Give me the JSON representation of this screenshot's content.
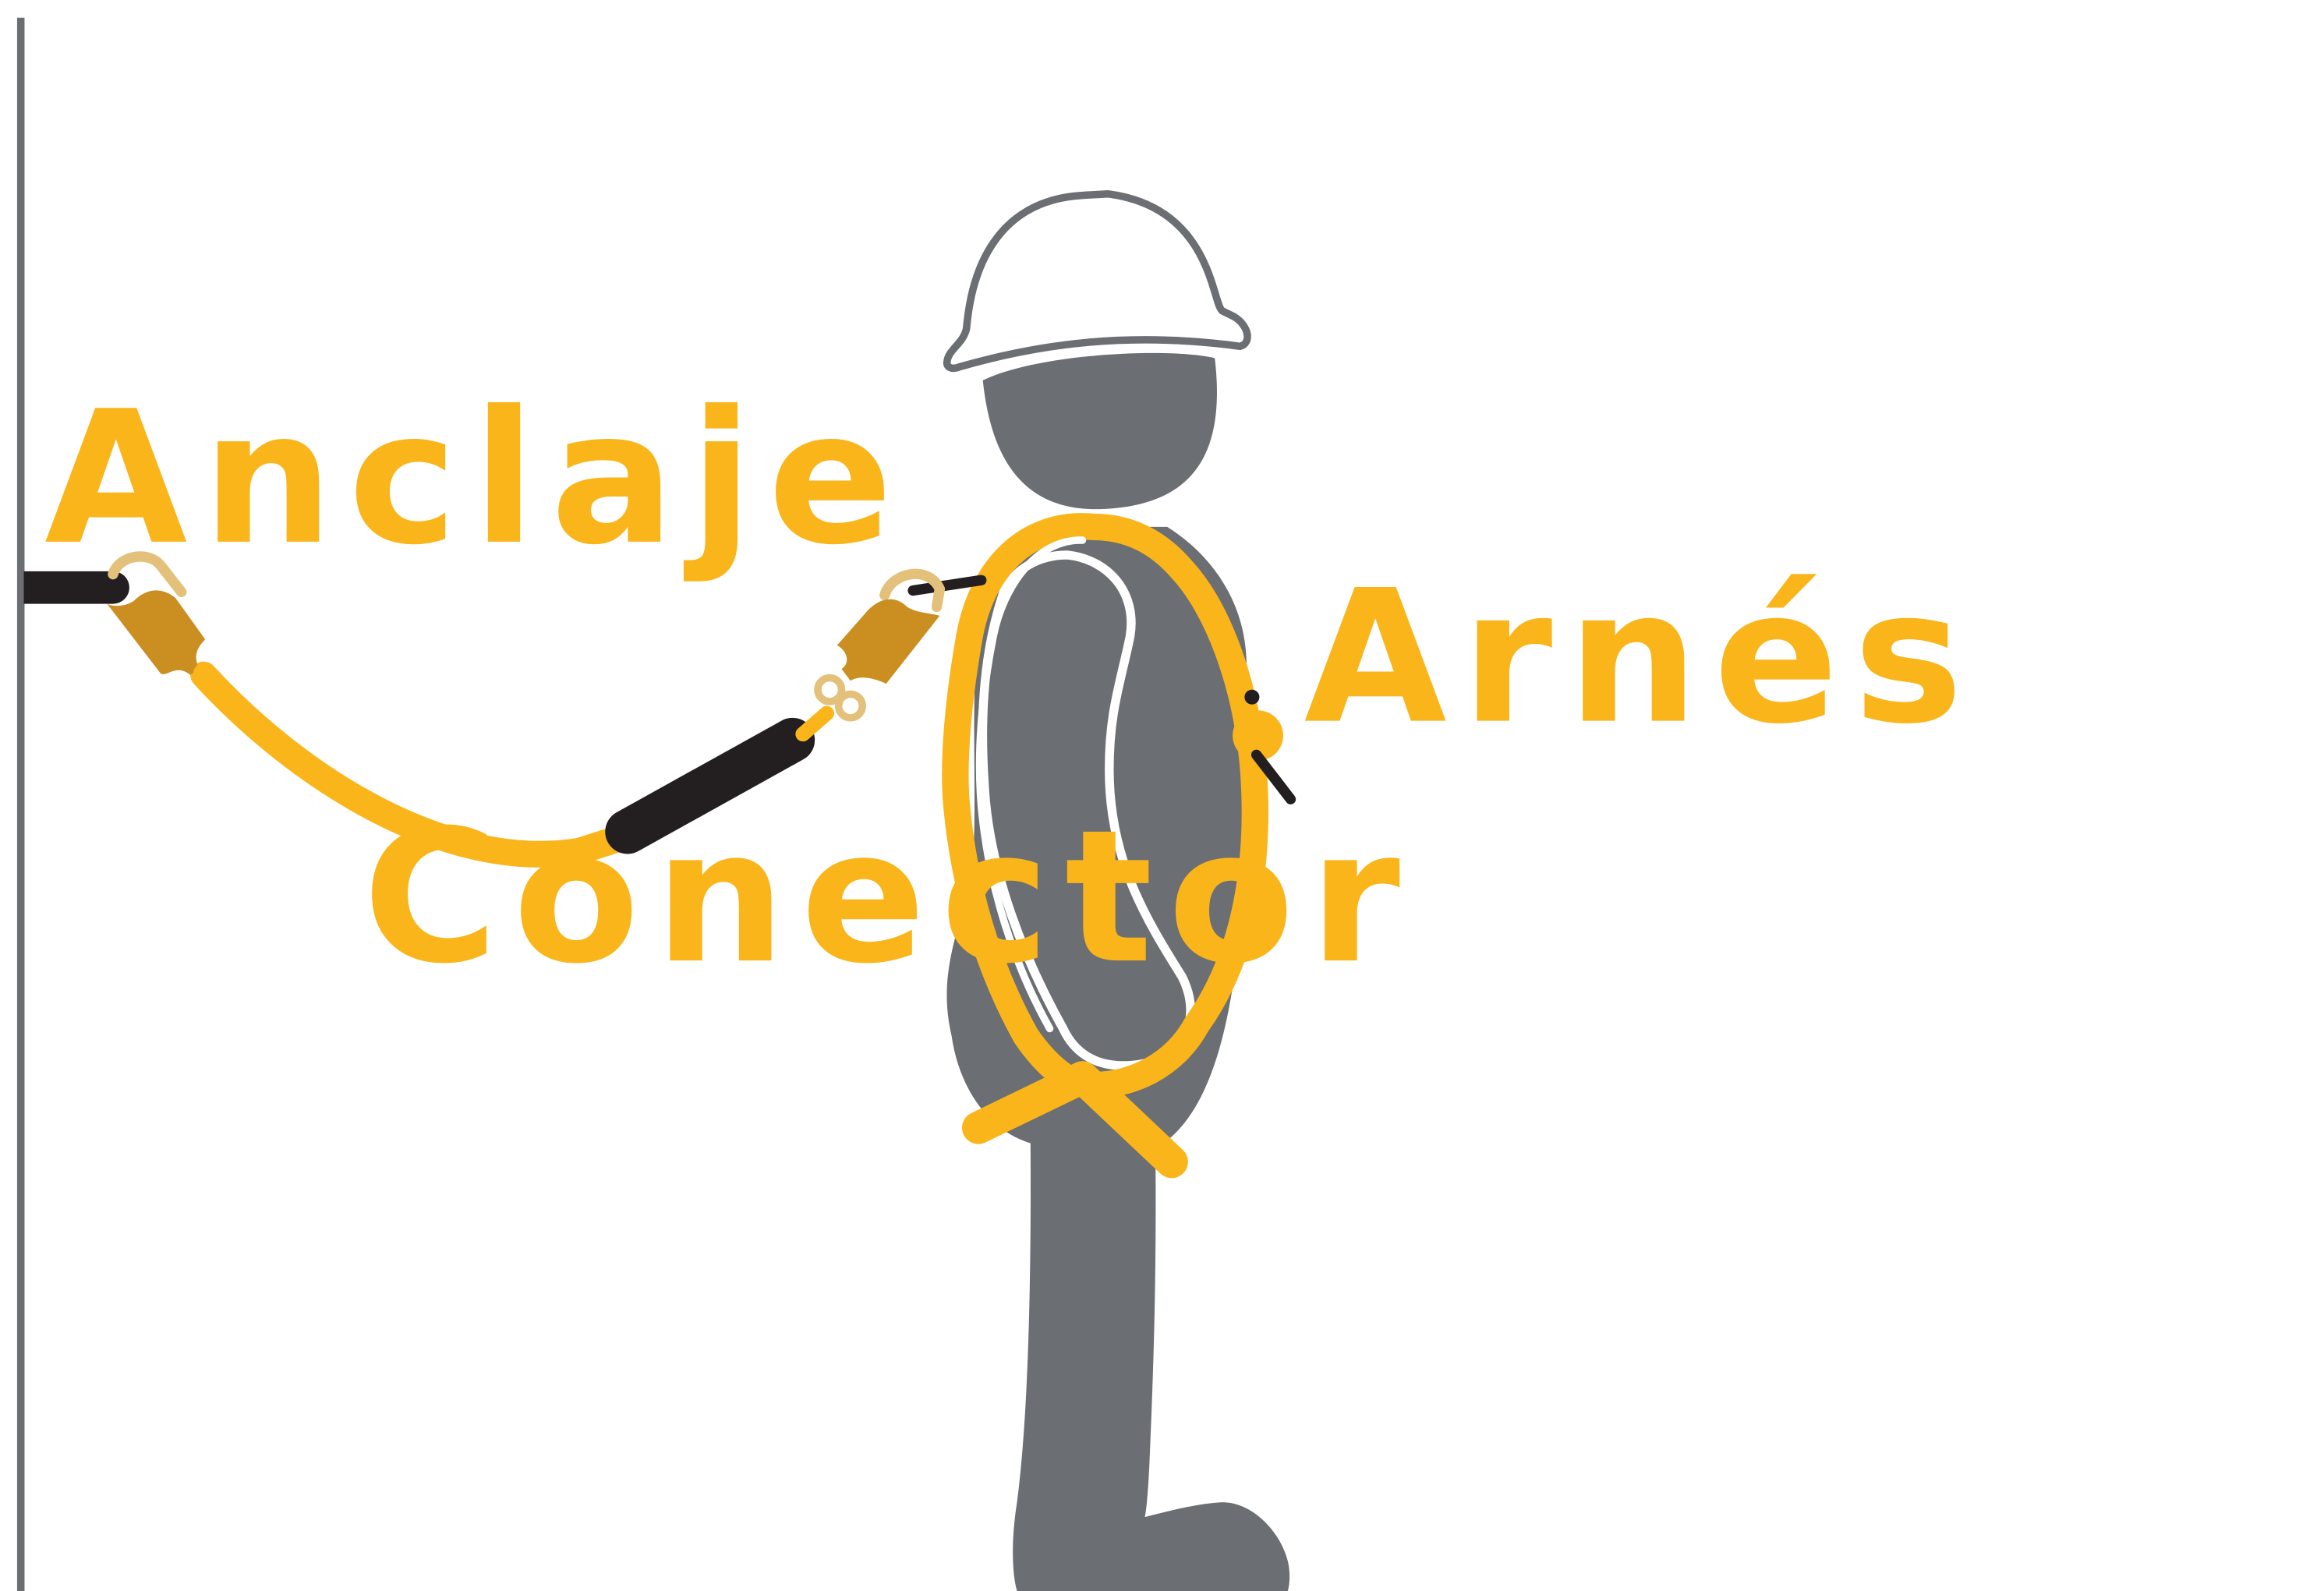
{
  "labels": {
    "anchor": "Anclaje",
    "connector": "Conector",
    "harness": "Arnés"
  },
  "colors": {
    "background": "#ffffff",
    "label": "#fab51b",
    "harness": "#fab51b",
    "lanyard": "#fab51b",
    "hook": "#cb8f21",
    "hook_gate": "#e3c17b",
    "body": "#6b6e72",
    "helmet_outline": "#6b6e72",
    "dark_strap": "#231f20",
    "wall": "#6b6e72"
  },
  "icons": {
    "helmet": "hard-hat-icon",
    "worker": "worker-silhouette",
    "snap_hook": "snap-hook-icon"
  }
}
